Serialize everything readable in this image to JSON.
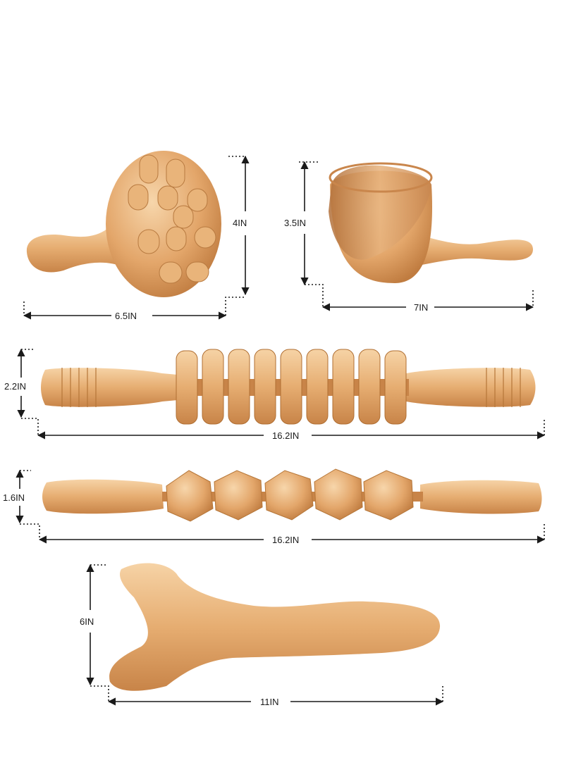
{
  "colors": {
    "wood_light": "#f2c894",
    "wood_mid": "#dfa468",
    "wood_dark": "#c27e43",
    "line": "#1a1a1a",
    "background": "#ffffff"
  },
  "tools": [
    {
      "name": "mushroom-massager",
      "width_label": "6.5IN",
      "height_label": "4IN"
    },
    {
      "name": "cup-massager",
      "width_label": "7IN",
      "height_label": "3.5IN"
    },
    {
      "name": "gear-roller-stick",
      "width_label": "16.2IN",
      "height_label": "2.2IN"
    },
    {
      "name": "cube-roller-stick",
      "width_label": "16.2IN",
      "height_label": "1.6IN"
    },
    {
      "name": "scraping-board",
      "width_label": "11IN",
      "height_label": "6IN"
    }
  ]
}
